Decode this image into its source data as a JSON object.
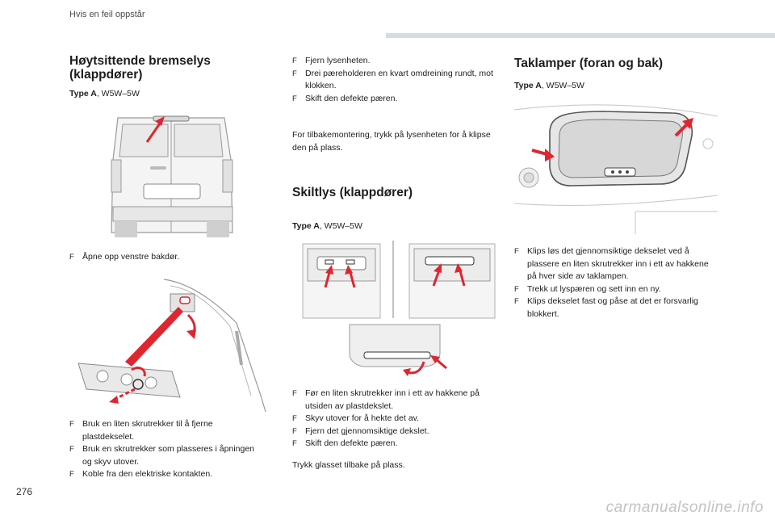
{
  "header": {
    "section": "Hvis en feil oppstår"
  },
  "footer": {
    "page_number": "276",
    "watermark": "carmanualsonline.info"
  },
  "col1": {
    "title_line1": "Høytsittende bremselys",
    "title_line2": "(klappdører)",
    "type_label": "Type A",
    "type_value": ", W5W–5W",
    "step_open_door": "Åpne opp venstre bakdør.",
    "steps": [
      "Bruk en liten skrutrekker til å fjerne plastdekselet.",
      "Bruk en skrutrekker som plasseres i åpningen og skyv utover.",
      "Koble fra den elektriske kontakten."
    ]
  },
  "col2": {
    "steps_top": [
      "Fjern lysenheten.",
      "Drei pæreholderen en kvart omdreining rundt, mot klokken.",
      "Skift den defekte pæren."
    ],
    "refit_text": "For tilbakemontering, trykk på lysenheten for å klipse den på plass.",
    "title": "Skiltlys (klappdører)",
    "type_label": "Type A",
    "type_value": ", W5W–5W",
    "steps_bottom": [
      "Før en liten skrutrekker inn i ett av hakkene på utsiden av plastdekslet.",
      "Skyv utover for å hekte det av.",
      "Fjern det gjennomsiktige dekslet.",
      "Skift den defekte pæren."
    ],
    "closing_text": "Trykk glasset tilbake på plass."
  },
  "col3": {
    "title": "Taklamper (foran og bak)",
    "type_label": "Type A",
    "type_value": ", W5W–5W",
    "steps": [
      "Klips løs det gjennomsiktige dekselet ved å plassere en liten skrutrekker inn i ett av hakkene på hver side av taklampen.",
      "Trekk ut lyspæren og sett inn en ny.",
      "Klips dekselet fast og påse at det er forsvarlig blokkert."
    ]
  },
  "colors": {
    "accent_red": "#e0252f",
    "line_gray": "#9a9a9a",
    "header_bar": "#d3dbe7"
  }
}
